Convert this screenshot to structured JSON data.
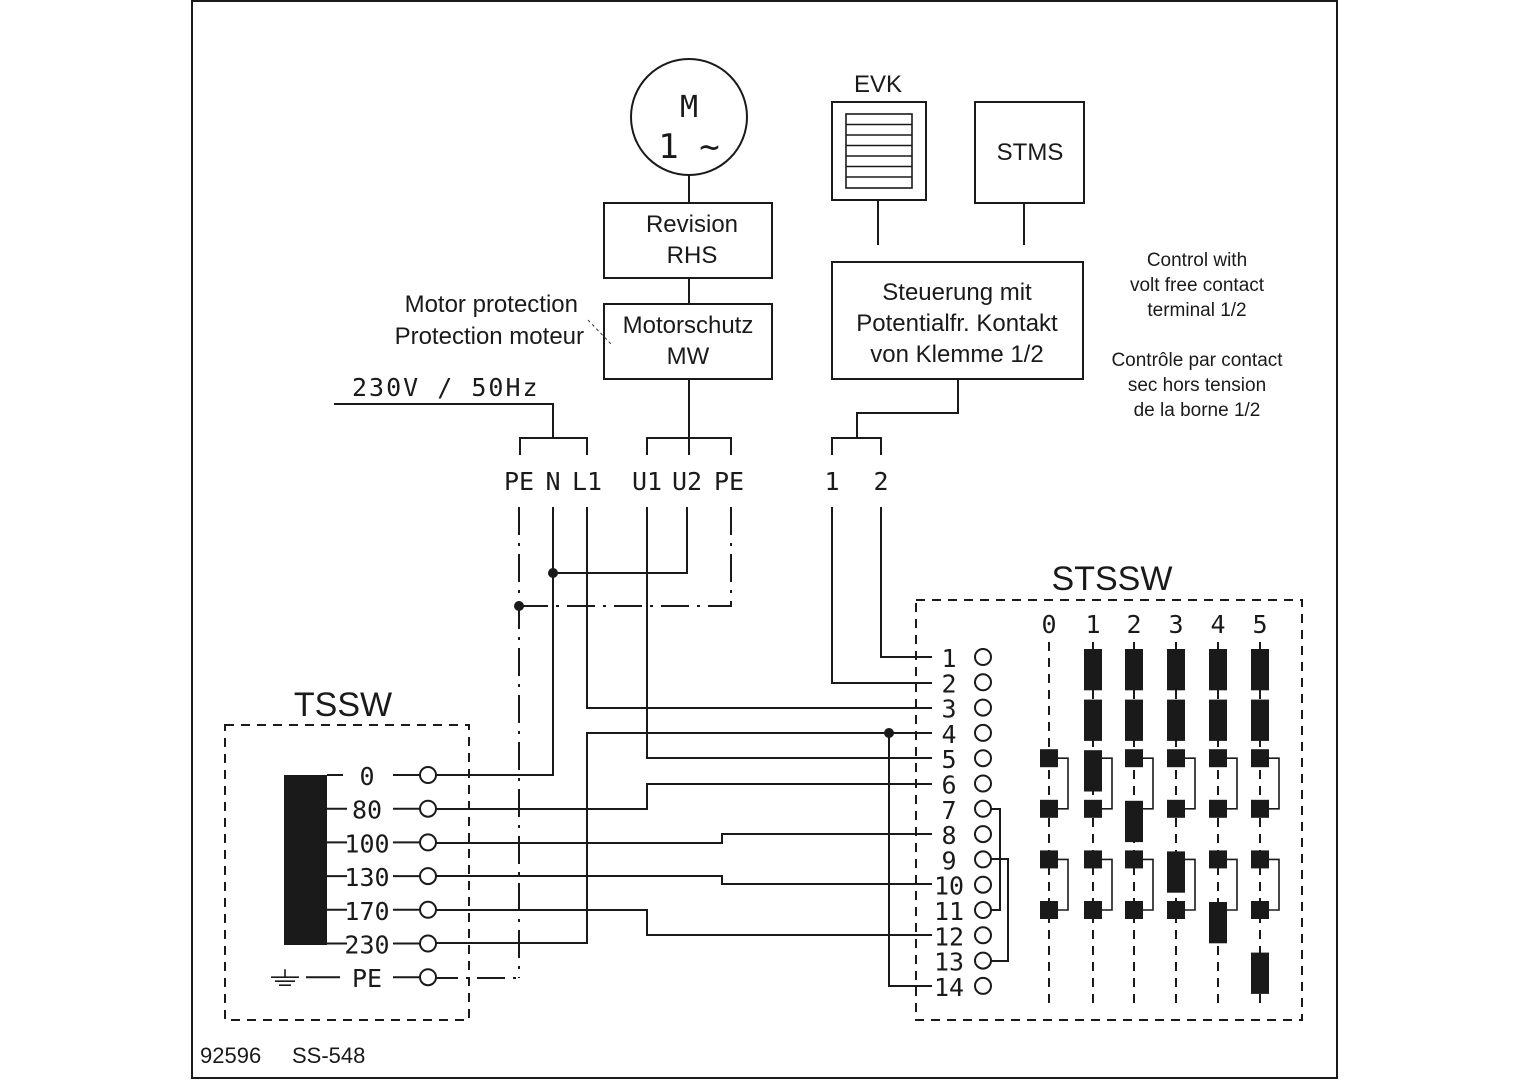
{
  "diagram": {
    "drawing_id": "92596",
    "drawing_code": "SS-548",
    "motor": {
      "line1": "M",
      "line2": "1 ~"
    },
    "revision_box": {
      "line1": "Revision",
      "line2": "RHS"
    },
    "motorschutz_box": {
      "line1": "Motorschutz",
      "line2": "MW"
    },
    "motor_protection_label": {
      "line1": "Motor protection",
      "line2": "Protection moteur"
    },
    "supply_label": "230V / 50Hz",
    "evk_label": "EVK",
    "stms_label": "STMS",
    "control_box": {
      "line1": "Steuerung mit",
      "line2": "Potentialfr. Kontakt",
      "line3": "von Klemme 1/2"
    },
    "note_en": {
      "line1": "Control with",
      "line2": "volt free contact",
      "line3": "terminal 1/2"
    },
    "note_fr": {
      "line1": "Contrôle par contact",
      "line2": "sec hors tension",
      "line3": "de la borne 1/2"
    },
    "terminals_supply": [
      "PE",
      "N",
      "L1"
    ],
    "terminals_motor": [
      "U1",
      "U2",
      "PE"
    ],
    "terminals_control": [
      "1",
      "2"
    ],
    "tssw": {
      "title": "TSSW",
      "taps": [
        "0",
        "80",
        "100",
        "130",
        "170",
        "230",
        "PE"
      ]
    },
    "stssw": {
      "title": "STSSW",
      "positions": [
        "0",
        "1",
        "2",
        "3",
        "4",
        "5"
      ],
      "terminals": [
        "1",
        "2",
        "3",
        "4",
        "5",
        "6",
        "7",
        "8",
        "9",
        "10",
        "11",
        "12",
        "13",
        "14"
      ]
    }
  }
}
